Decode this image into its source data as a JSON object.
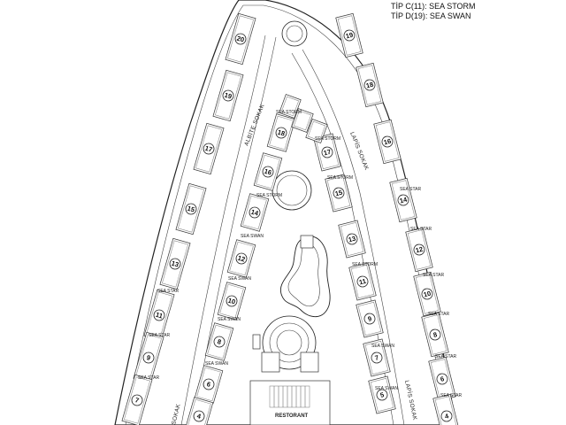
{
  "legend": {
    "line1": "TİP C(11): SEA STORM",
    "line2": "TİP D(19): SEA SWAN"
  },
  "streets": {
    "albite": "ALBİTE SOKAK",
    "lapis": "LAPİS SOKAK",
    "lapis_lower": "LAPİS SOKAK",
    "lower_left": "SOKAK"
  },
  "restaurant": "RESTORANT",
  "unit_type_labels": {
    "storm": "SEA STORM",
    "swan": "SEA SWAN",
    "star": "SEA STAR"
  },
  "outer_left_numbers": [
    "20",
    "19",
    "17",
    "15",
    "13",
    "11",
    "9",
    "7"
  ],
  "outer_right_numbers": [
    "19",
    "18",
    "16",
    "14",
    "12",
    "10",
    "8",
    "6",
    "4"
  ],
  "inner_left_numbers": [
    "18",
    "16",
    "14",
    "12",
    "10",
    "8",
    "6",
    "4"
  ],
  "inner_right_numbers": [
    "17",
    "15",
    "13",
    "11",
    "9",
    "7",
    "5"
  ]
}
